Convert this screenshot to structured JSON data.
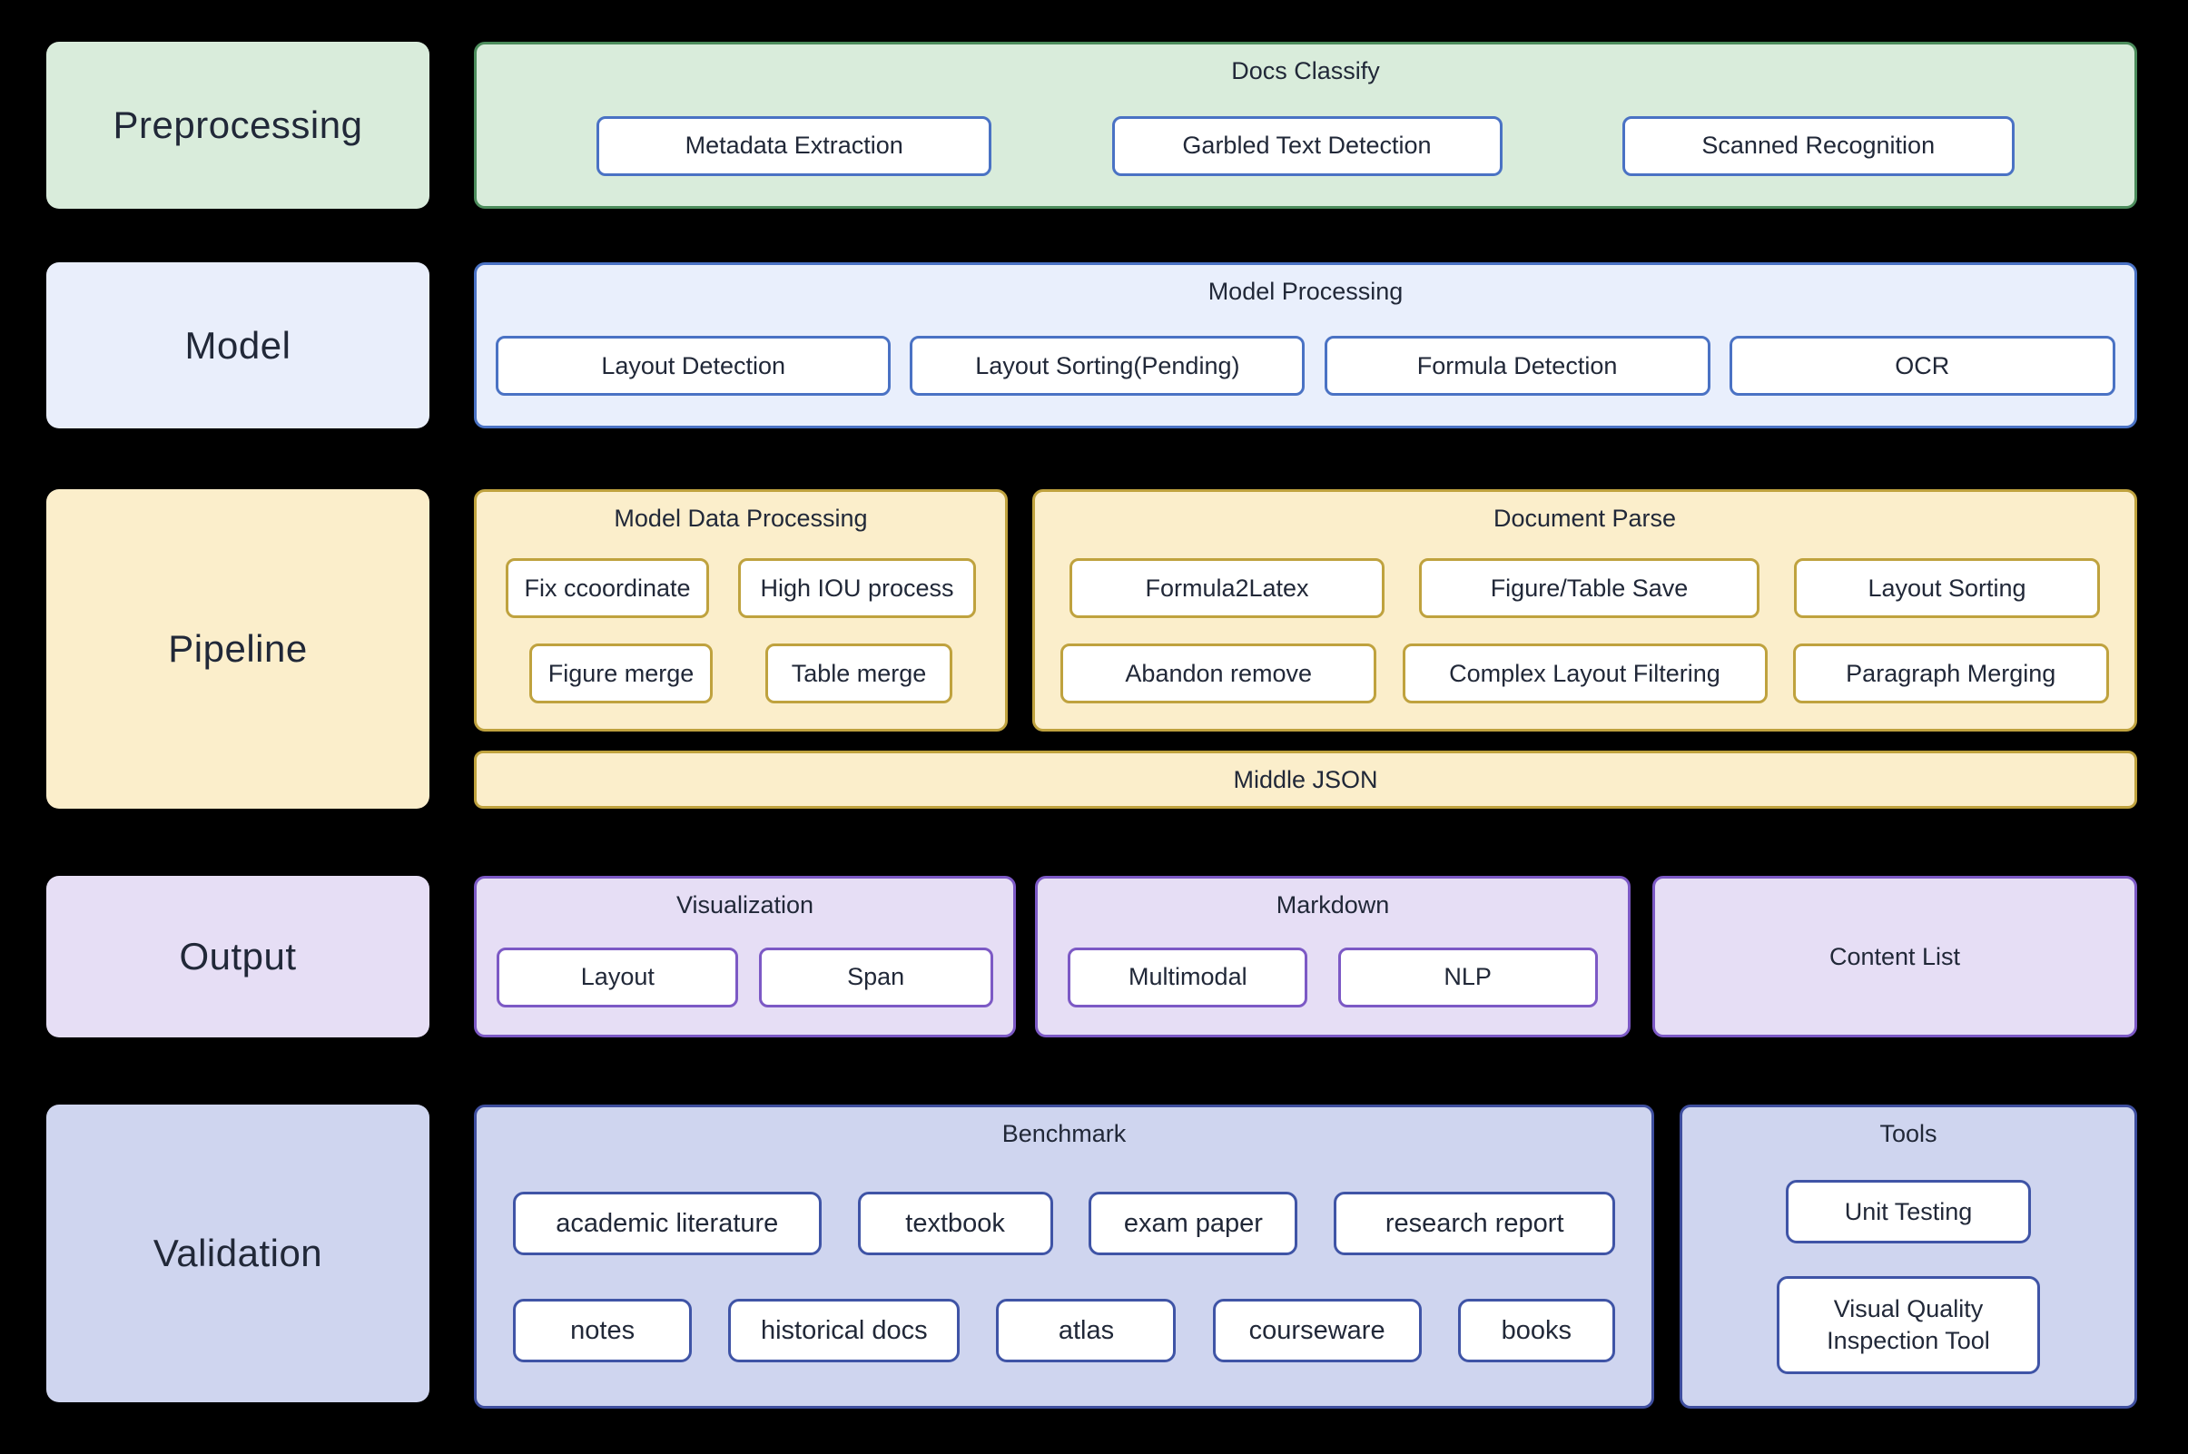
{
  "labels": {
    "preprocessing": "Preprocessing",
    "model": "Model",
    "pipeline": "Pipeline",
    "output": "Output",
    "validation": "Validation"
  },
  "preprocessing": {
    "title": "Docs Classify",
    "items": [
      "Metadata Extraction",
      "Garbled Text Detection",
      "Scanned Recognition"
    ]
  },
  "model": {
    "title": "Model Processing",
    "items": [
      "Layout Detection",
      "Layout Sorting(Pending)",
      "Formula Detection",
      "OCR"
    ]
  },
  "pipeline": {
    "model_data_processing": {
      "title": "Model Data Processing",
      "rows": [
        [
          "Fix ccoordinate",
          "High IOU process"
        ],
        [
          "Figure merge",
          "Table merge"
        ]
      ]
    },
    "document_parse": {
      "title": "Document Parse",
      "rows": [
        [
          "Formula2Latex",
          "Figure/Table Save",
          "Layout Sorting"
        ],
        [
          "Abandon remove",
          "Complex Layout Filtering",
          "Paragraph Merging"
        ]
      ]
    },
    "middle_json": "Middle JSON"
  },
  "output": {
    "visualization": {
      "title": "Visualization",
      "items": [
        "Layout",
        "Span"
      ]
    },
    "markdown": {
      "title": "Markdown",
      "items": [
        "Multimodal",
        "NLP"
      ]
    },
    "content_list": "Content List"
  },
  "validation": {
    "benchmark": {
      "title": "Benchmark",
      "rows": [
        [
          "academic literature",
          "textbook",
          "exam paper",
          "research report"
        ],
        [
          "notes",
          "historical docs",
          "atlas",
          "courseware",
          "books"
        ]
      ]
    },
    "tools": {
      "title": "Tools",
      "items": [
        "Unit Testing",
        "Visual Quality Inspection Tool"
      ]
    }
  },
  "colors": {
    "background": "#000000",
    "green_border": "#4c8c5c",
    "green_fill": "#d9ecdb",
    "blue_border": "#4a72c4",
    "blue_fill": "#e9effc",
    "gold_border": "#bfa23e",
    "yellow_fill": "#fbeecb",
    "purple_border": "#7c59c5",
    "lavender_fill": "#e6def5",
    "indigo_border": "#3e4e9e",
    "periwinkle_fill": "#cfd5ef",
    "text": "#212838"
  }
}
